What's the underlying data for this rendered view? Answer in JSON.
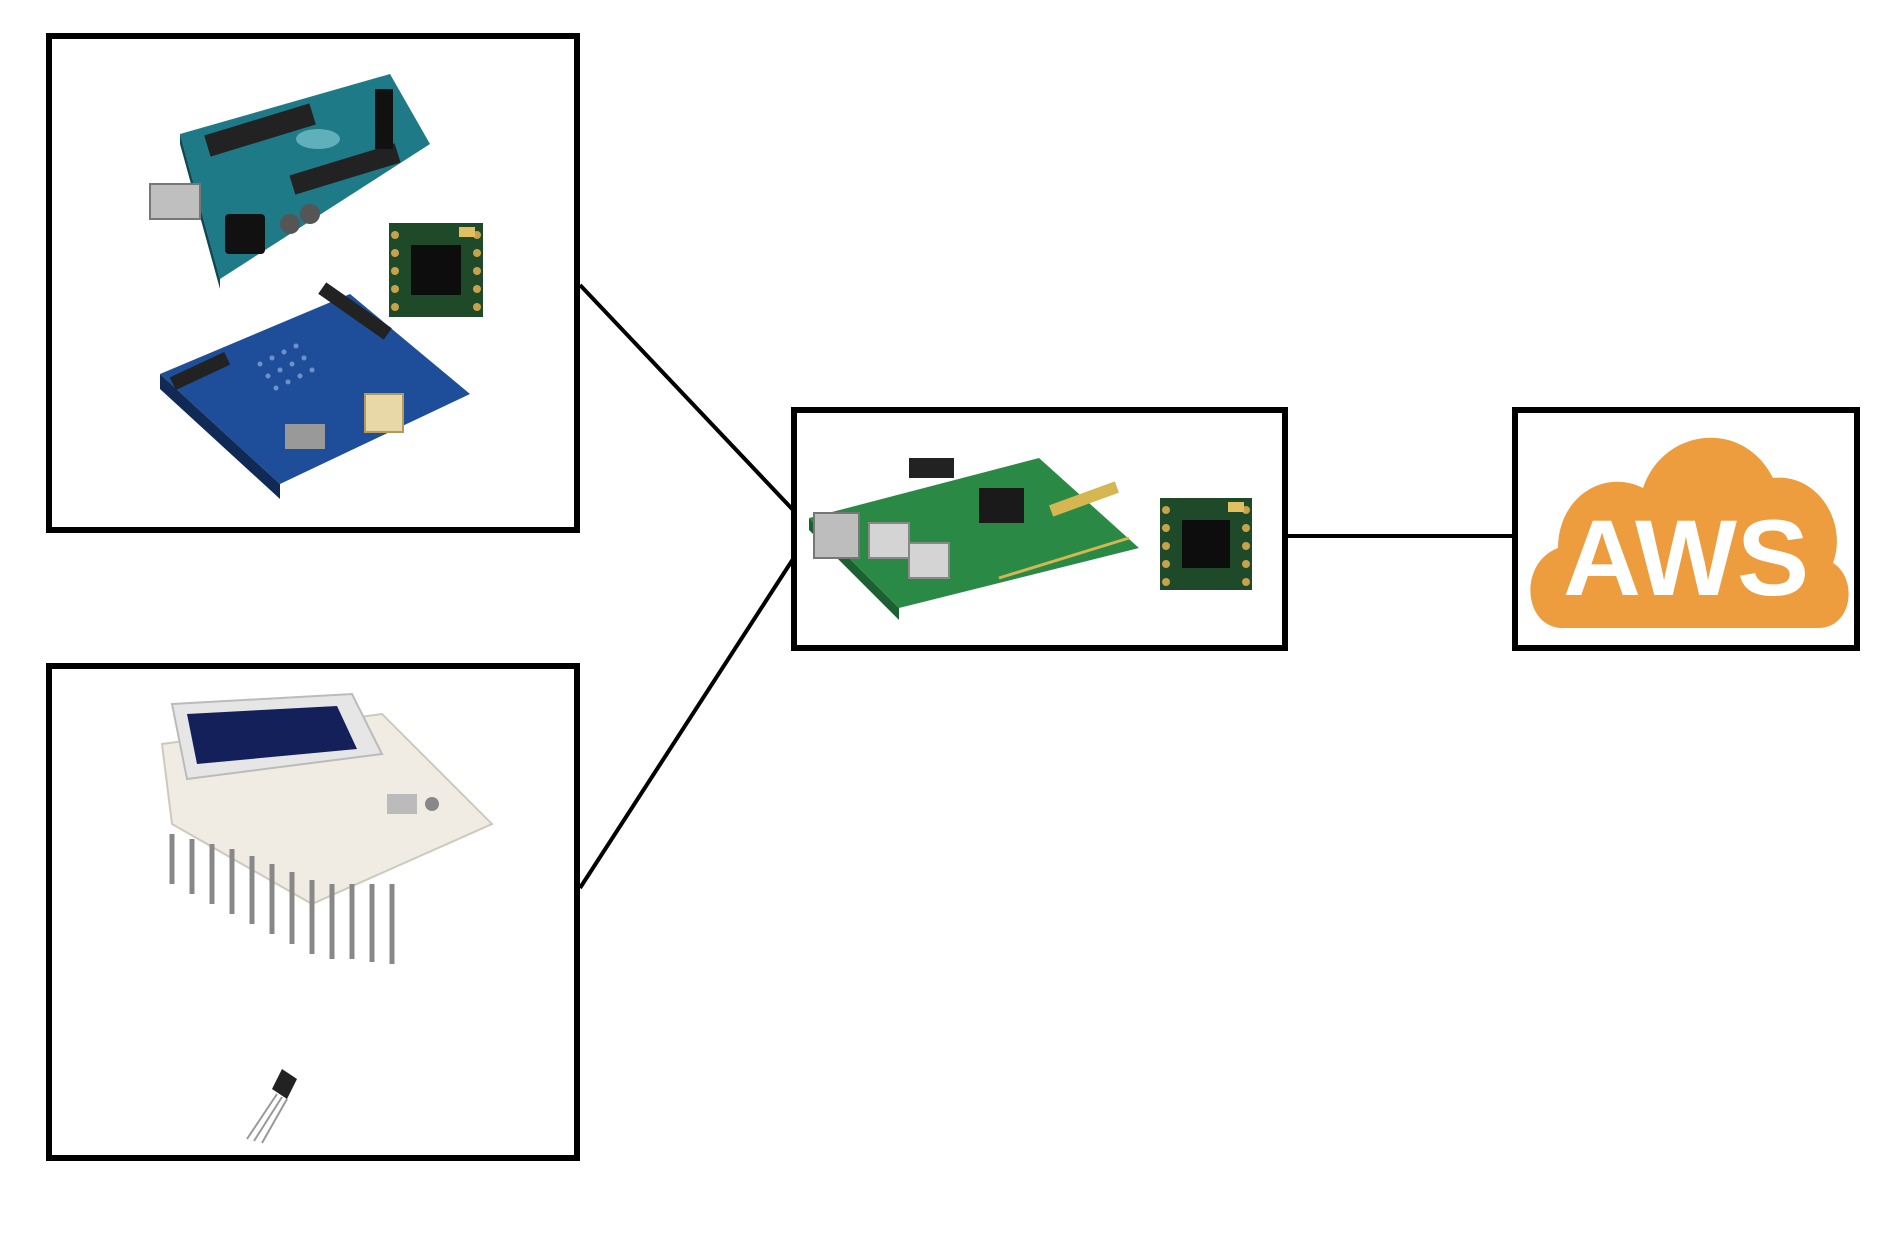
{
  "diagram": {
    "nodes": [
      {
        "id": "sensor-node-a",
        "components": [
          "arduino-uno",
          "lora-module",
          "gps-proto-shield"
        ]
      },
      {
        "id": "sensor-node-b",
        "components": [
          "oled-lora-dev-board",
          "temperature-sensor"
        ]
      },
      {
        "id": "gateway",
        "components": [
          "raspberry-pi",
          "lora-module"
        ]
      },
      {
        "id": "cloud",
        "components": [
          "aws-cloud-logo"
        ]
      }
    ],
    "edges": [
      {
        "from": "sensor-node-a",
        "to": "gateway"
      },
      {
        "from": "sensor-node-b",
        "to": "gateway"
      },
      {
        "from": "gateway",
        "to": "cloud"
      }
    ]
  },
  "cloud": {
    "logo_text": "AWS",
    "color": "#ED9C3E"
  },
  "colors": {
    "arduino_board": "#1E7A86",
    "shield_board": "#1E4E9A",
    "pcb_green": "#2A8A45",
    "lora_module": "#1E4A2A",
    "outline": "#000000"
  }
}
